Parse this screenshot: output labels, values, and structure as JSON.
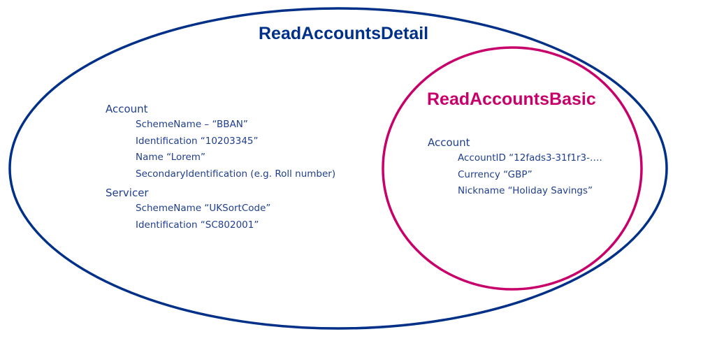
{
  "colors": {
    "detail_accent": "#003087",
    "basic_accent": "#c8006a",
    "text": "#1f3e8f",
    "background": "#ffffff"
  },
  "read_accounts_detail": {
    "title": "ReadAccountsDetail",
    "account": {
      "heading": "Account",
      "items": [
        "SchemeName – “BBAN”",
        "Identification “10203345”",
        "Name “Lorem”",
        "SecondaryIdentification (e.g. Roll number)"
      ]
    },
    "servicer": {
      "heading": "Servicer",
      "items": [
        "SchemeName “UKSortCode”",
        "Identification “SC802001”"
      ]
    }
  },
  "read_accounts_basic": {
    "title": "ReadAccountsBasic",
    "account": {
      "heading": "Account",
      "items": [
        "AccountID “12fads3-31f1r3-….",
        "Currency “GBP”",
        "Nickname “Holiday Savings”"
      ]
    }
  }
}
